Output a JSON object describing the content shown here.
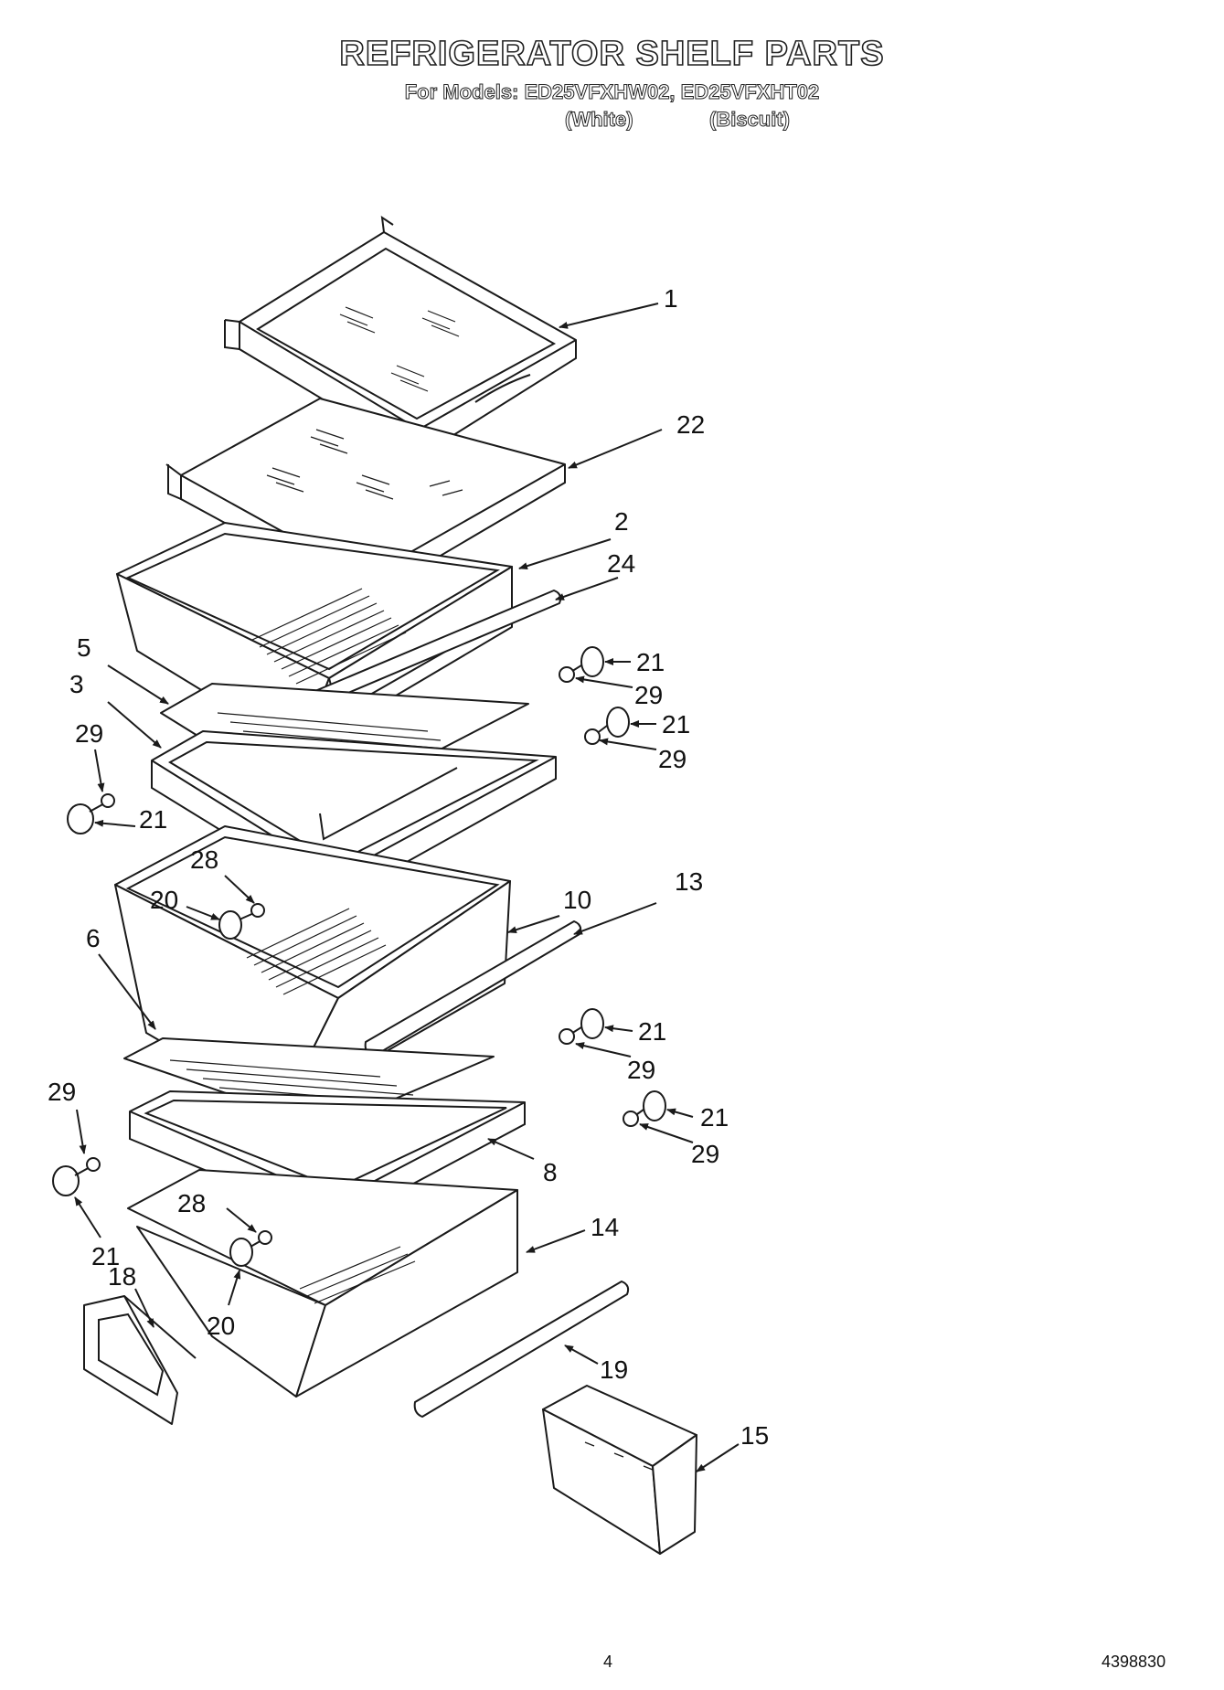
{
  "header": {
    "title": "REFRIGERATOR SHELF PARTS",
    "models_line": "For Models: ED25VFXHW02, ED25VFXHT02",
    "variant_white": "(White)",
    "variant_biscuit": "(Biscuit)"
  },
  "footer": {
    "page_number": "4",
    "document_number": "4398830"
  },
  "callouts": [
    {
      "id": "c1",
      "text": "1"
    },
    {
      "id": "c22",
      "text": "22"
    },
    {
      "id": "c2",
      "text": "2"
    },
    {
      "id": "c24",
      "text": "24"
    },
    {
      "id": "c21a",
      "text": "21"
    },
    {
      "id": "c29a",
      "text": "29"
    },
    {
      "id": "c21b",
      "text": "21"
    },
    {
      "id": "c29b",
      "text": "29"
    },
    {
      "id": "c5",
      "text": "5"
    },
    {
      "id": "c3",
      "text": "3"
    },
    {
      "id": "c29c",
      "text": "29"
    },
    {
      "id": "c21c",
      "text": "21"
    },
    {
      "id": "c28a",
      "text": "28"
    },
    {
      "id": "c20a",
      "text": "20"
    },
    {
      "id": "c10",
      "text": "10"
    },
    {
      "id": "c13",
      "text": "13"
    },
    {
      "id": "c6",
      "text": "6"
    },
    {
      "id": "c21d",
      "text": "21"
    },
    {
      "id": "c29d",
      "text": "29"
    },
    {
      "id": "c21e",
      "text": "21"
    },
    {
      "id": "c29e",
      "text": "29"
    },
    {
      "id": "c29f",
      "text": "29"
    },
    {
      "id": "c8",
      "text": "8"
    },
    {
      "id": "c21f",
      "text": "21"
    },
    {
      "id": "c28b",
      "text": "28"
    },
    {
      "id": "c14",
      "text": "14"
    },
    {
      "id": "c18",
      "text": "18"
    },
    {
      "id": "c20b",
      "text": "20"
    },
    {
      "id": "c19",
      "text": "19"
    },
    {
      "id": "c15",
      "text": "15"
    }
  ]
}
